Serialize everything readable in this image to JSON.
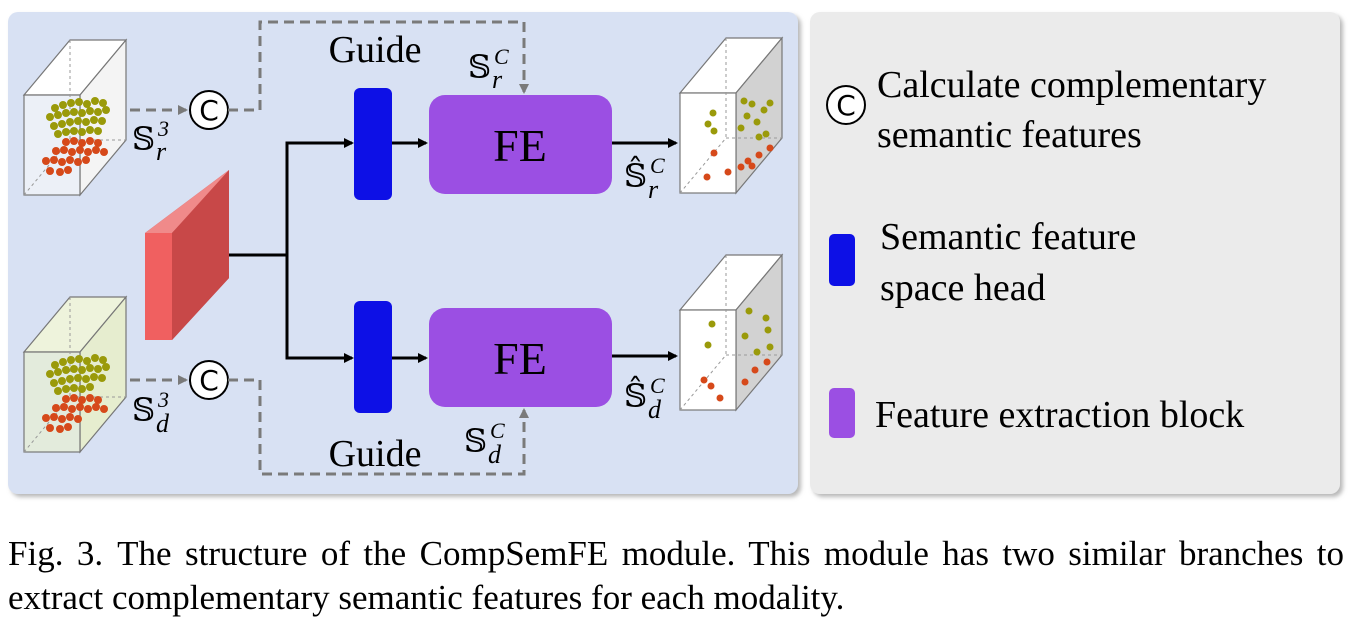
{
  "diagram": {
    "guide_top": "Guide",
    "guide_bottom": "Guide",
    "fe_top": "FE",
    "fe_bottom": "FE",
    "circle_symbol": "C",
    "s_r3": {
      "base": "𝕊",
      "sup": "3",
      "sub": "r"
    },
    "s_d3": {
      "base": "𝕊",
      "sup": "3",
      "sub": "d"
    },
    "s_rc": {
      "base": "𝕊",
      "sup": "C",
      "sub": "r"
    },
    "s_dc": {
      "base": "𝕊",
      "sup": "C",
      "sub": "d"
    },
    "s_rc_hat": {
      "base": "𝕊̂",
      "sup": "C",
      "sub": "r"
    },
    "s_dc_hat": {
      "base": "𝕊̂",
      "sup": "C",
      "sub": "d"
    }
  },
  "legend": {
    "calc_line1": "Calculate complementary",
    "calc_line2": "semantic features",
    "head_line1": "Semantic feature",
    "head_line2": "space head",
    "fe_label": "Feature extraction block"
  },
  "caption": {
    "label": "Fig. 3.",
    "text": "The structure of the CompSemFE module. This module has two similar branches to extract complementary semantic features for each modality."
  },
  "colors": {
    "main_panel": "#d8e1f3",
    "legend_panel": "#ebebeb",
    "fe_block": "#9b4fe3",
    "head_block": "#0d10e6",
    "input_block": "#e85555",
    "olive_points": "#9a9a0a",
    "orange_points": "#d6491a"
  }
}
